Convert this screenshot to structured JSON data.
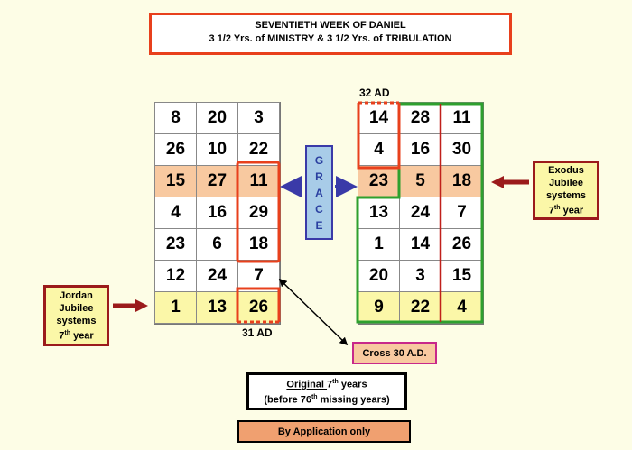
{
  "title": {
    "line1": "SEVENTIETH  WEEK OF DANIEL",
    "line2": "3 1/2  Yrs.  of MINISTRY  &  3 1/2  Yrs. of TRIBULATION"
  },
  "left_grid": {
    "rows": [
      [
        "8",
        "20",
        "3"
      ],
      [
        "26",
        "10",
        "22"
      ],
      [
        "15",
        "27",
        "11"
      ],
      [
        "4",
        "16",
        "29"
      ],
      [
        "23",
        "6",
        "18"
      ],
      [
        "12",
        "24",
        "7"
      ],
      [
        "1",
        "13",
        "26"
      ]
    ],
    "row_styles": [
      "",
      "",
      "orange",
      "",
      "",
      "",
      "yellow"
    ]
  },
  "right_grid": {
    "rows": [
      [
        "14",
        "28",
        "11"
      ],
      [
        "4",
        "16",
        "30"
      ],
      [
        "23",
        "5",
        "18"
      ],
      [
        "13",
        "24",
        "7"
      ],
      [
        "1",
        "14",
        "26"
      ],
      [
        "20",
        "3",
        "15"
      ],
      [
        "9",
        "22",
        "4"
      ]
    ],
    "row_styles": [
      "",
      "",
      "orange",
      "",
      "",
      "",
      "yellow"
    ]
  },
  "grace": [
    "G",
    "R",
    "A",
    "C",
    "E"
  ],
  "label_32ad": "32 AD",
  "label_31ad": "31 AD",
  "exodus": {
    "l1": "Exodus",
    "l2": "Jubilee",
    "l3": "systems",
    "l4a": "7",
    "l4sup": "th",
    "l4b": " year"
  },
  "jordan": {
    "l1": "Jordan",
    "l2": "Jubilee",
    "l3": "systems",
    "l4a": "7",
    "l4sup": "th",
    "l4b": " year"
  },
  "cross": "Cross 30 A.D.",
  "original": {
    "u": "Original ",
    "a": "7",
    "sup": "th",
    "b": " years",
    "c": "(before 76",
    "csup": "th",
    "d": " missing years)"
  },
  "application": "By Application only",
  "colors": {
    "red": "#e8401c",
    "green": "#2ea02e",
    "darkred": "#9b1b1b",
    "grace_bg": "#a8cce8",
    "grace_text": "#2a3fa0"
  }
}
